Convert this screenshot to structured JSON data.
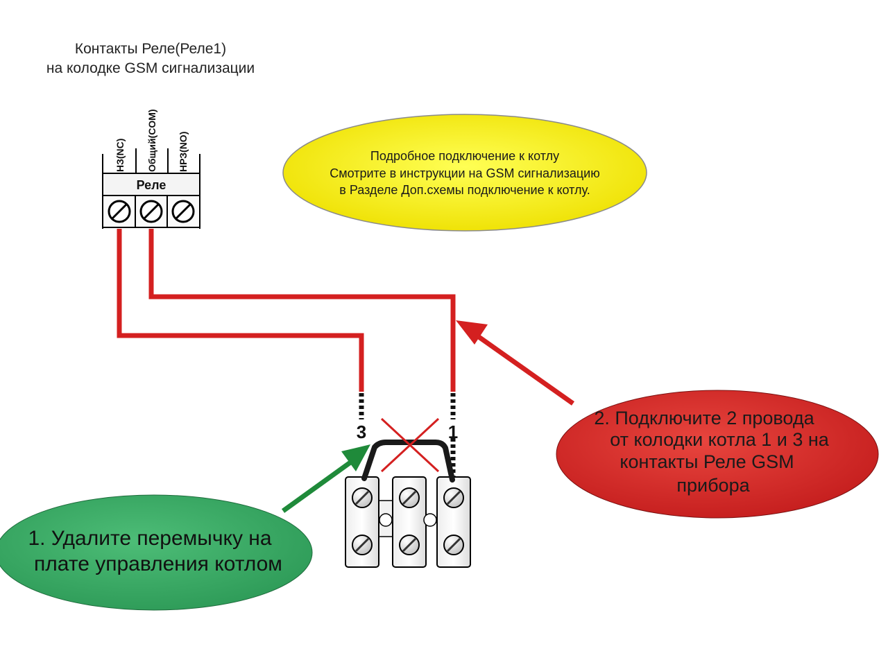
{
  "title": {
    "line1": "Контакты Реле(Реле1)",
    "line2": "на колодке GSM сигнализации"
  },
  "relay_block": {
    "label": "Реле",
    "terminals": [
      {
        "label": "НЗ(NC)"
      },
      {
        "label": "Общий(COM)"
      },
      {
        "label": "НРЗ(NO)"
      }
    ]
  },
  "boiler_block": {
    "terminal_label_left": "3",
    "terminal_label_right": "1"
  },
  "callouts": {
    "info": {
      "lines": [
        "Подробное подключение к котлу",
        "Смотрите в инструкции на GSM сигнализацию",
        "в Разделе Доп.схемы подключение к котлу."
      ]
    },
    "step1": {
      "lines": [
        "1. Удалите перемычку на",
        "плате управления котлом"
      ]
    },
    "step2": {
      "lines": [
        "2. Подключите 2 провода",
        "от колодки котла 1 и 3 на",
        "контакты Реле GSM",
        "прибора"
      ]
    }
  },
  "colors": {
    "wire": "#d42020",
    "step1_fill": "#3aa863",
    "step1_arrow": "#1f8a3a",
    "step2_fill": "#d62a2a",
    "step2_arrow": "#d62a2a",
    "info_fill": "#f7ef1a",
    "jumper": "#1a1a1a"
  }
}
